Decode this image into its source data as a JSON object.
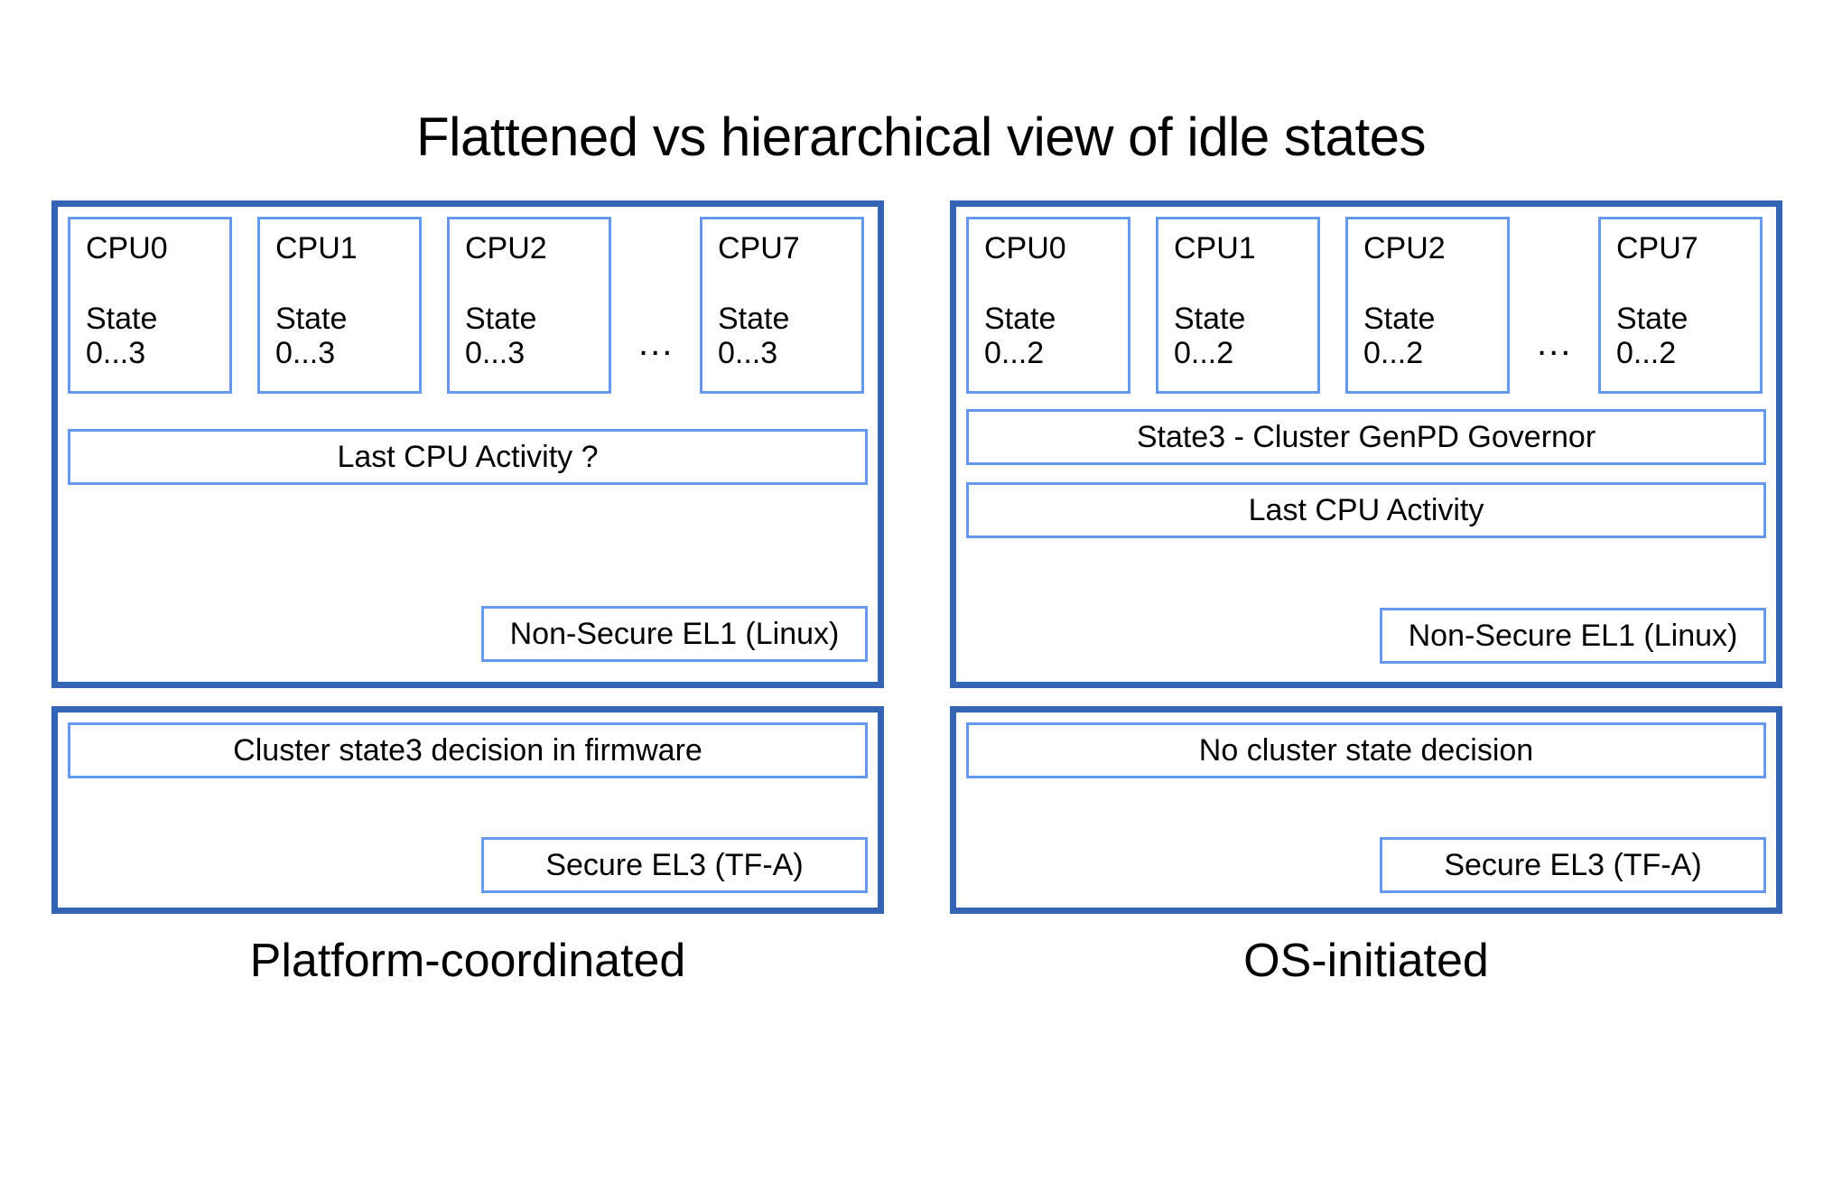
{
  "title": "Flattened vs hierarchical view of idle states",
  "colors": {
    "panel_border": "#3464b4",
    "box_border": "#6699ee",
    "background": "#ffffff",
    "text": "#000000"
  },
  "columns": [
    {
      "id": "platform-coordinated",
      "caption": "Platform-coordinated",
      "os_panel": {
        "cpus": [
          {
            "label": "CPU0",
            "state": "State\n0...3"
          },
          {
            "label": "CPU1",
            "state": "State\n0...3"
          },
          {
            "label": "CPU2",
            "state": "State\n0...3"
          },
          {
            "label": "CPU7",
            "state": "State\n0...3"
          }
        ],
        "ellipsis": "...",
        "bars": [
          {
            "id": "last-cpu-activity",
            "label": "Last CPU Activity ?"
          }
        ],
        "exception_level": "Non-Secure EL1 (Linux)"
      },
      "firmware_panel": {
        "bar": "Cluster state3 decision in firmware",
        "exception_level": "Secure EL3 (TF-A)"
      }
    },
    {
      "id": "os-initiated",
      "caption": "OS-initiated",
      "os_panel": {
        "cpus": [
          {
            "label": "CPU0",
            "state": "State\n0...2"
          },
          {
            "label": "CPU1",
            "state": "State\n0...2"
          },
          {
            "label": "CPU2",
            "state": "State\n0...2"
          },
          {
            "label": "CPU7",
            "state": "State\n0...2"
          }
        ],
        "ellipsis": "...",
        "bars": [
          {
            "id": "state3-governor",
            "label": "State3 - Cluster GenPD Governor"
          },
          {
            "id": "last-cpu-activity",
            "label": "Last CPU Activity"
          }
        ],
        "exception_level": "Non-Secure EL1 (Linux)"
      },
      "firmware_panel": {
        "bar": "No cluster state decision",
        "exception_level": "Secure EL3 (TF-A)"
      }
    }
  ]
}
